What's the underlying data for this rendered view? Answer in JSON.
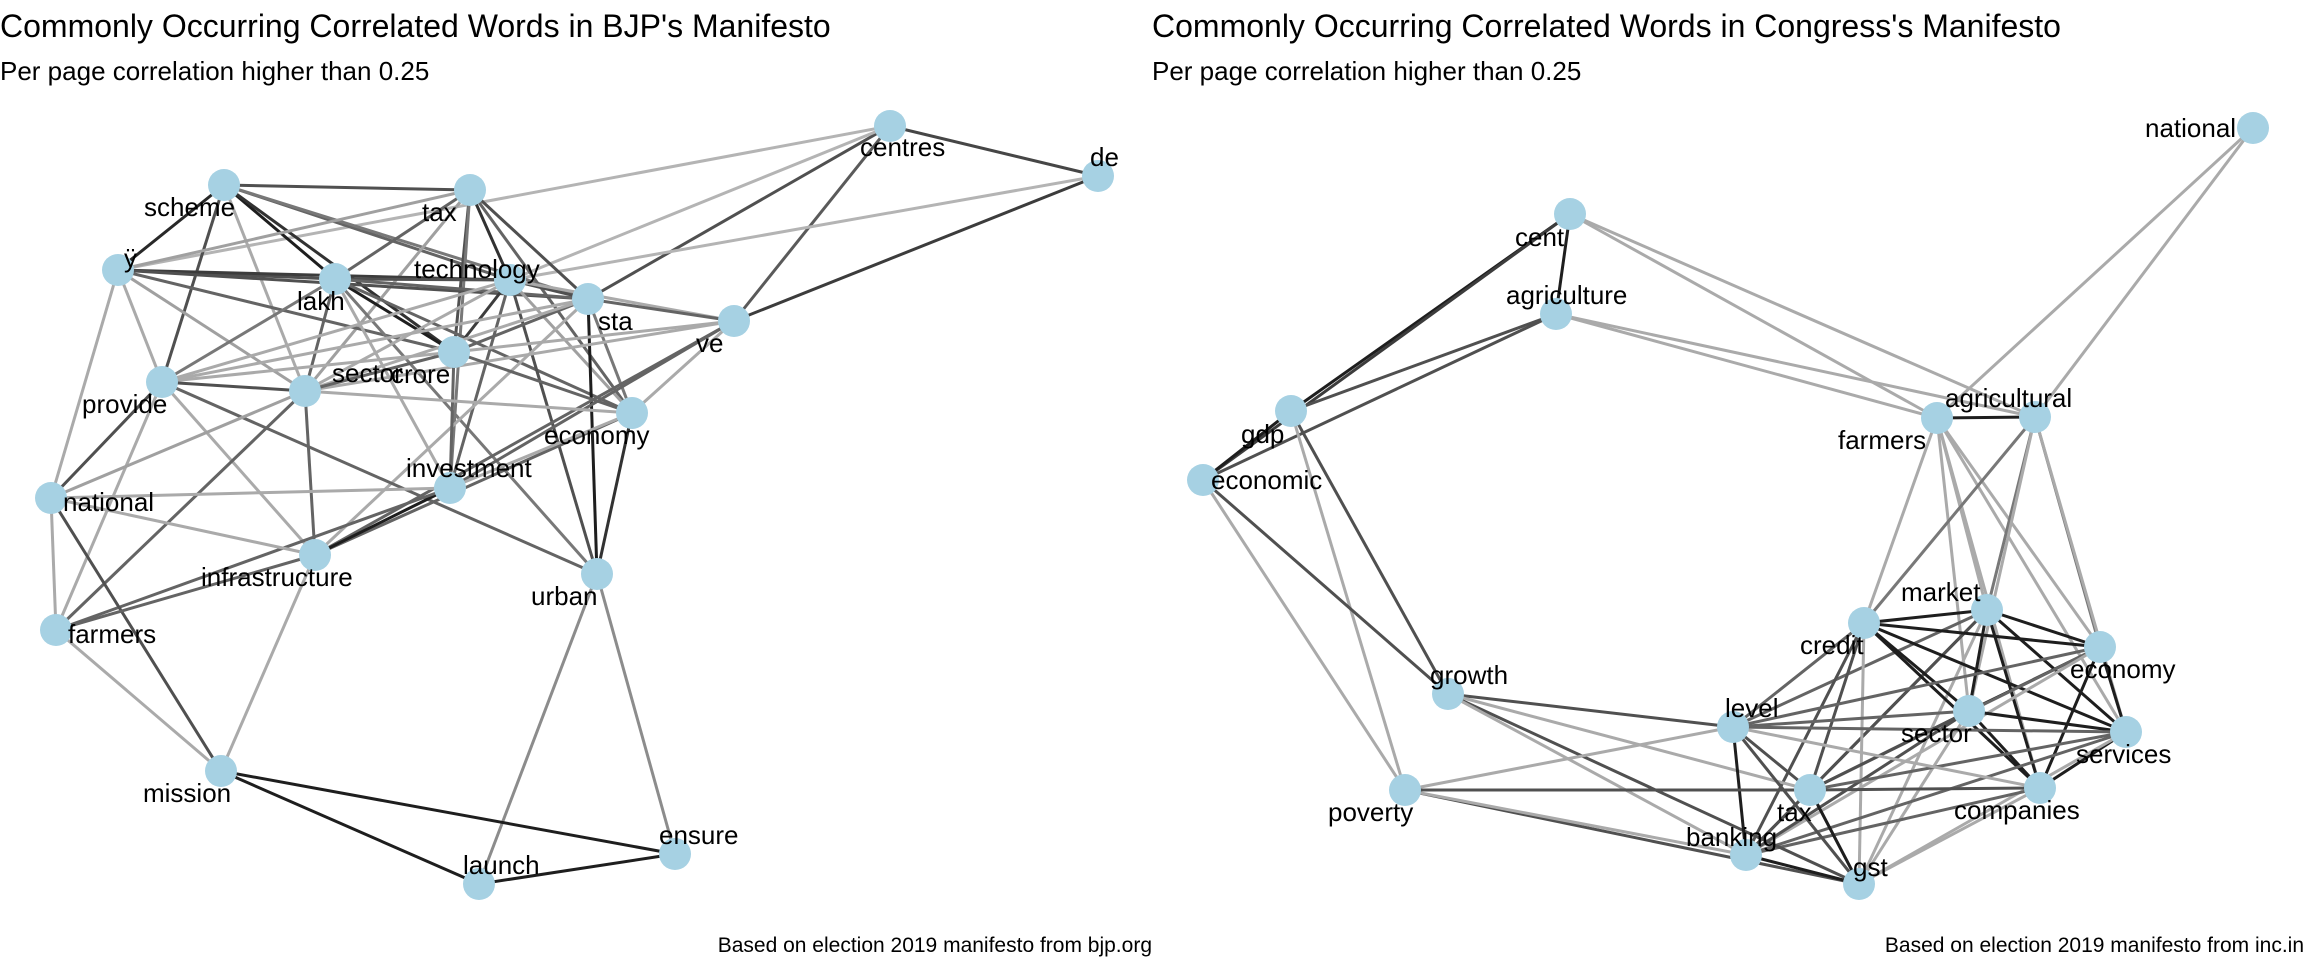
{
  "graphs": [
    {
      "id": "bjp",
      "title": "Commonly Occurring Correlated Words in BJP's Manifesto",
      "subtitle": "Per page correlation higher than 0.25",
      "caption": "Based on election 2019 manifesto from bjp.org",
      "node_color": "#a6d1e3",
      "nodes": [
        {
          "id": "centres",
          "label": "centres"
        },
        {
          "id": "de",
          "label": "de"
        },
        {
          "id": "scheme",
          "label": "scheme"
        },
        {
          "id": "tax",
          "label": "tax"
        },
        {
          "id": "y",
          "label": "ÿ"
        },
        {
          "id": "technology",
          "label": "technology"
        },
        {
          "id": "lakh",
          "label": "lakh"
        },
        {
          "id": "sta",
          "label": "sta"
        },
        {
          "id": "ve",
          "label": "ve"
        },
        {
          "id": "crore",
          "label": "crore"
        },
        {
          "id": "provide",
          "label": "provide"
        },
        {
          "id": "sector",
          "label": "sector"
        },
        {
          "id": "economy",
          "label": "economy"
        },
        {
          "id": "investment",
          "label": "investment"
        },
        {
          "id": "national",
          "label": "national"
        },
        {
          "id": "infrastructure",
          "label": "infrastructure"
        },
        {
          "id": "urban",
          "label": "urban"
        },
        {
          "id": "farmers",
          "label": "farmers"
        },
        {
          "id": "mission",
          "label": "mission"
        },
        {
          "id": "ensure",
          "label": "ensure"
        },
        {
          "id": "launch",
          "label": "launch"
        }
      ],
      "edges": [
        [
          "centres",
          "de",
          0.75
        ],
        [
          "centres",
          "sta",
          0.7
        ],
        [
          "centres",
          "ve",
          0.65
        ],
        [
          "centres",
          "technology",
          0.2
        ],
        [
          "centres",
          "y",
          0.2
        ],
        [
          "de",
          "ve",
          0.8
        ],
        [
          "de",
          "technology",
          0.2
        ],
        [
          "scheme",
          "tax",
          0.7
        ],
        [
          "scheme",
          "lakh",
          0.95
        ],
        [
          "scheme",
          "y",
          0.9
        ],
        [
          "scheme",
          "crore",
          0.85
        ],
        [
          "scheme",
          "technology",
          0.6
        ],
        [
          "scheme",
          "provide",
          0.7
        ],
        [
          "scheme",
          "sector",
          0.25
        ],
        [
          "scheme",
          "sta",
          0.5
        ],
        [
          "tax",
          "lakh",
          0.6
        ],
        [
          "tax",
          "technology",
          0.85
        ],
        [
          "tax",
          "sta",
          0.7
        ],
        [
          "tax",
          "crore",
          0.7
        ],
        [
          "tax",
          "economy",
          0.6
        ],
        [
          "tax",
          "investment",
          0.5
        ],
        [
          "tax",
          "y",
          0.3
        ],
        [
          "tax",
          "sector",
          0.3
        ],
        [
          "y",
          "lakh",
          0.7
        ],
        [
          "y",
          "technology",
          0.8
        ],
        [
          "y",
          "sta",
          0.7
        ],
        [
          "y",
          "crore",
          0.6
        ],
        [
          "y",
          "provide",
          0.25
        ],
        [
          "y",
          "national",
          0.25
        ],
        [
          "y",
          "sector",
          0.3
        ],
        [
          "lakh",
          "technology",
          0.7
        ],
        [
          "lakh",
          "crore",
          0.95
        ],
        [
          "lakh",
          "sta",
          0.6
        ],
        [
          "lakh",
          "economy",
          0.6
        ],
        [
          "lakh",
          "sector",
          0.6
        ],
        [
          "lakh",
          "provide",
          0.5
        ],
        [
          "lakh",
          "investment",
          0.25
        ],
        [
          "lakh",
          "urban",
          0.5
        ],
        [
          "technology",
          "sta",
          0.7
        ],
        [
          "technology",
          "crore",
          0.8
        ],
        [
          "technology",
          "ve",
          0.25
        ],
        [
          "technology",
          "sector",
          0.25
        ],
        [
          "technology",
          "provide",
          0.25
        ],
        [
          "technology",
          "investment",
          0.6
        ],
        [
          "technology",
          "urban",
          0.7
        ],
        [
          "technology",
          "economy",
          0.3
        ],
        [
          "sta",
          "ve",
          0.6
        ],
        [
          "sta",
          "crore",
          0.6
        ],
        [
          "sta",
          "urban",
          0.95
        ],
        [
          "sta",
          "economy",
          0.5
        ],
        [
          "sta",
          "sector",
          0.25
        ],
        [
          "sta",
          "provide",
          0.25
        ],
        [
          "sta",
          "infrastructure",
          0.25
        ],
        [
          "ve",
          "crore",
          0.25
        ],
        [
          "ve",
          "sector",
          0.25
        ],
        [
          "ve",
          "investment",
          0.6
        ],
        [
          "ve",
          "economy",
          0.25
        ],
        [
          "ve",
          "infrastructure",
          0.6
        ],
        [
          "crore",
          "sector",
          0.6
        ],
        [
          "crore",
          "provide",
          0.25
        ],
        [
          "crore",
          "economy",
          0.6
        ],
        [
          "crore",
          "investment",
          0.6
        ],
        [
          "provide",
          "sector",
          0.7
        ],
        [
          "provide",
          "national",
          0.7
        ],
        [
          "provide",
          "farmers",
          0.25
        ],
        [
          "provide",
          "urban",
          0.6
        ],
        [
          "provide",
          "infrastructure",
          0.25
        ],
        [
          "sector",
          "national",
          0.3
        ],
        [
          "sector",
          "farmers",
          0.6
        ],
        [
          "sector",
          "infrastructure",
          0.6
        ],
        [
          "sector",
          "economy",
          0.25
        ],
        [
          "economy",
          "urban",
          0.85
        ],
        [
          "economy",
          "infrastructure",
          0.6
        ],
        [
          "economy",
          "investment",
          0.25
        ],
        [
          "investment",
          "infrastructure",
          0.95
        ],
        [
          "investment",
          "farmers",
          0.6
        ],
        [
          "investment",
          "national",
          0.25
        ],
        [
          "national",
          "farmers",
          0.25
        ],
        [
          "national",
          "mission",
          0.7
        ],
        [
          "national",
          "infrastructure",
          0.25
        ],
        [
          "infrastructure",
          "mission",
          0.25
        ],
        [
          "infrastructure",
          "farmers",
          0.6
        ],
        [
          "farmers",
          "mission",
          0.25
        ],
        [
          "urban",
          "launch",
          0.4
        ],
        [
          "urban",
          "ensure",
          0.4
        ],
        [
          "mission",
          "launch",
          0.95
        ],
        [
          "mission",
          "ensure",
          0.95
        ],
        [
          "launch",
          "ensure",
          0.95
        ]
      ]
    },
    {
      "id": "inc",
      "title": "Commonly Occurring Correlated Words in Congress's Manifesto",
      "subtitle": "Per page correlation higher than 0.25",
      "caption": "Based on election 2019 manifesto from inc.in",
      "node_color": "#a6d1e3",
      "nodes": [
        {
          "id": "national",
          "label": "national"
        },
        {
          "id": "cent",
          "label": "cent"
        },
        {
          "id": "agriculture",
          "label": "agriculture"
        },
        {
          "id": "gdp",
          "label": "gdp"
        },
        {
          "id": "economic",
          "label": "economic"
        },
        {
          "id": "farmers",
          "label": "farmers"
        },
        {
          "id": "agricultural",
          "label": "agricultural"
        },
        {
          "id": "market",
          "label": "market"
        },
        {
          "id": "credit",
          "label": "credit"
        },
        {
          "id": "economy",
          "label": "economy"
        },
        {
          "id": "growth",
          "label": "growth"
        },
        {
          "id": "level",
          "label": "level"
        },
        {
          "id": "sector",
          "label": "sector"
        },
        {
          "id": "services",
          "label": "services"
        },
        {
          "id": "poverty",
          "label": "poverty"
        },
        {
          "id": "tax",
          "label": "tax"
        },
        {
          "id": "companies",
          "label": "companies"
        },
        {
          "id": "banking",
          "label": "banking"
        },
        {
          "id": "gst",
          "label": "gst"
        }
      ],
      "edges": [
        [
          "national",
          "farmers",
          0.25
        ],
        [
          "national",
          "agricultural",
          0.25
        ],
        [
          "cent",
          "agriculture",
          0.95
        ],
        [
          "cent",
          "gdp",
          0.95
        ],
        [
          "cent",
          "economic",
          0.8
        ],
        [
          "cent",
          "farmers",
          0.25
        ],
        [
          "cent",
          "agricultural",
          0.25
        ],
        [
          "agriculture",
          "gdp",
          0.7
        ],
        [
          "agriculture",
          "economic",
          0.7
        ],
        [
          "agriculture",
          "farmers",
          0.25
        ],
        [
          "agriculture",
          "agricultural",
          0.25
        ],
        [
          "gdp",
          "economic",
          0.95
        ],
        [
          "gdp",
          "growth",
          0.7
        ],
        [
          "gdp",
          "poverty",
          0.25
        ],
        [
          "economic",
          "growth",
          0.7
        ],
        [
          "economic",
          "poverty",
          0.25
        ],
        [
          "farmers",
          "agricultural",
          0.95
        ],
        [
          "farmers",
          "market",
          0.25
        ],
        [
          "farmers",
          "credit",
          0.25
        ],
        [
          "farmers",
          "economy",
          0.25
        ],
        [
          "farmers",
          "sector",
          0.25
        ],
        [
          "farmers",
          "services",
          0.25
        ],
        [
          "farmers",
          "companies",
          0.25
        ],
        [
          "agricultural",
          "market",
          0.5
        ],
        [
          "agricultural",
          "credit",
          0.5
        ],
        [
          "agricultural",
          "economy",
          0.5
        ],
        [
          "agricultural",
          "sector",
          0.25
        ],
        [
          "agricultural",
          "services",
          0.25
        ],
        [
          "market",
          "credit",
          0.95
        ],
        [
          "market",
          "economy",
          0.95
        ],
        [
          "market",
          "sector",
          0.95
        ],
        [
          "market",
          "services",
          0.95
        ],
        [
          "market",
          "companies",
          0.95
        ],
        [
          "market",
          "level",
          0.6
        ],
        [
          "market",
          "tax",
          0.7
        ],
        [
          "market",
          "banking",
          0.7
        ],
        [
          "market",
          "gst",
          0.25
        ],
        [
          "credit",
          "economy",
          0.95
        ],
        [
          "credit",
          "sector",
          0.95
        ],
        [
          "credit",
          "services",
          0.95
        ],
        [
          "credit",
          "companies",
          0.95
        ],
        [
          "credit",
          "level",
          0.6
        ],
        [
          "credit",
          "tax",
          0.7
        ],
        [
          "credit",
          "banking",
          0.7
        ],
        [
          "credit",
          "gst",
          0.25
        ],
        [
          "economy",
          "sector",
          0.95
        ],
        [
          "economy",
          "services",
          0.95
        ],
        [
          "economy",
          "companies",
          0.95
        ],
        [
          "economy",
          "level",
          0.6
        ],
        [
          "economy",
          "tax",
          0.6
        ],
        [
          "economy",
          "banking",
          0.25
        ],
        [
          "sector",
          "services",
          0.95
        ],
        [
          "sector",
          "companies",
          0.95
        ],
        [
          "sector",
          "level",
          0.6
        ],
        [
          "sector",
          "tax",
          0.7
        ],
        [
          "sector",
          "banking",
          0.7
        ],
        [
          "sector",
          "gst",
          0.25
        ],
        [
          "services",
          "companies",
          0.95
        ],
        [
          "services",
          "level",
          0.6
        ],
        [
          "services",
          "tax",
          0.6
        ],
        [
          "services",
          "banking",
          0.6
        ],
        [
          "services",
          "gst",
          0.25
        ],
        [
          "companies",
          "tax",
          0.7
        ],
        [
          "companies",
          "banking",
          0.6
        ],
        [
          "companies",
          "gst",
          0.25
        ],
        [
          "companies",
          "level",
          0.25
        ],
        [
          "growth",
          "level",
          0.7
        ],
        [
          "growth",
          "gst",
          0.7
        ],
        [
          "growth",
          "tax",
          0.25
        ],
        [
          "growth",
          "banking",
          0.25
        ],
        [
          "level",
          "tax",
          0.7
        ],
        [
          "level",
          "banking",
          0.95
        ],
        [
          "level",
          "gst",
          0.7
        ],
        [
          "level",
          "poverty",
          0.25
        ],
        [
          "poverty",
          "tax",
          0.7
        ],
        [
          "poverty",
          "gst",
          0.7
        ],
        [
          "poverty",
          "banking",
          0.25
        ],
        [
          "tax",
          "banking",
          0.7
        ],
        [
          "tax",
          "gst",
          0.95
        ],
        [
          "banking",
          "gst",
          0.95
        ]
      ]
    }
  ]
}
